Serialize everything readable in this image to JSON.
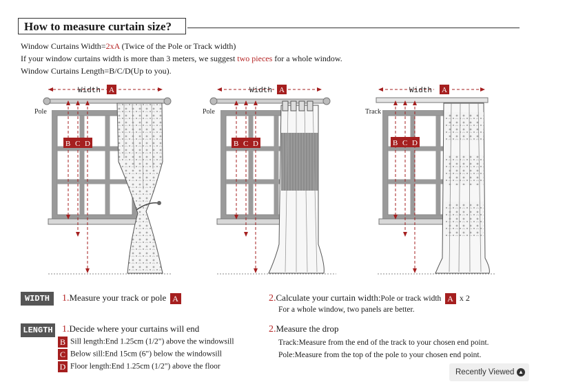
{
  "title": "How to measure  curtain  size?",
  "intro": {
    "line1_a": "Window Curtains Width=",
    "line1_b": "2xA",
    "line1_c": " (Twice of the Pole or Track width)",
    "line2_a": "If your window curtains width is more than 3 meters, we suggest ",
    "line2_b": "two pieces",
    "line2_c": " for a whole window.",
    "line3": "Window Curtains Length=B/C/D(Up to you)."
  },
  "diagrams": {
    "width_label": "Width",
    "a_label": "A",
    "b_label": "B",
    "c_label": "C",
    "d_label": "D",
    "d1_mount": "Pole",
    "d2_mount": "Pole",
    "d3_mount": "Track"
  },
  "width_section": {
    "badge": "WIDTH",
    "step1_num": "1.",
    "step1_text": "Measure your track or pole",
    "step1_a": "A",
    "step2_num": "2.",
    "step2_text": "Calculate your curtain width:",
    "step2_small": "Pole or track width",
    "step2_a": "A",
    "step2_x": "x 2",
    "step2_note": "For a whole window, two panels are better."
  },
  "length_section": {
    "badge": "LENGTH",
    "step1_num": "1.",
    "step1_text": "Decide where your curtains will end",
    "items": [
      {
        "letter": "B",
        "text": "Sill length:End 1.25cm (1/2\") above the windowsill"
      },
      {
        "letter": "C",
        "text": "Below sill:End 15cm (6\") below the windowsill"
      },
      {
        "letter": "D",
        "text": "Floor length:End 1.25cm (1/2\") above the floor"
      }
    ],
    "step2_num": "2.",
    "step2_text": "Measure the drop",
    "track_note": "Track:Measure from the end of the track to your chosen end point.",
    "pole_note": "Pole:Measure from the top of the pole to your chosen end point."
  },
  "recently_viewed": {
    "label": "Recently Viewed",
    "icon": "chevron-up-icon"
  }
}
